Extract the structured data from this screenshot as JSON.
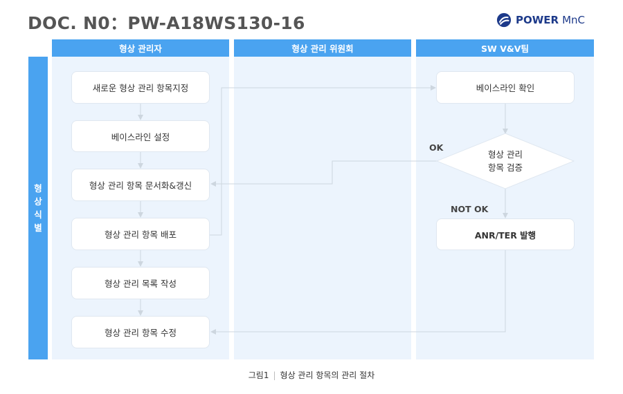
{
  "header": {
    "doc_title": "DOC. N0：PW-A18WS130-16",
    "logo_primary": "POWER",
    "logo_secondary": "MnC",
    "logo_icon": "power-mnc-logo-icon"
  },
  "lanes": {
    "lane1": "형상 관리자",
    "lane2": "형상 관리 위원회",
    "lane3": "SW V&V팀"
  },
  "side_header": [
    "형",
    "상",
    "식",
    "별"
  ],
  "manager_steps": [
    "새로운 형상 관리 항목지정",
    "베이스라인 설정",
    "형상 관리 항목 문서화&갱신",
    "형상 관리 항목 배포",
    "형상 관리 목록 작성",
    "형상 관리 항목 수정"
  ],
  "vv_steps": {
    "baseline_check": "베이스라인 확인",
    "verify_line1": "형상 관리",
    "verify_line2": "항목 검증",
    "anr": "ANR/TER 발행"
  },
  "edge_labels": {
    "ok": "OK",
    "not_ok": "NOT OK"
  },
  "caption": {
    "figure": "그림1",
    "text": "형상 관리 항목의 관리 절차"
  },
  "colors": {
    "lane_header": "#4aa3f0",
    "lane_background": "#ecf4fd",
    "connector": "#cdd6df",
    "logo": "#1d3a8a"
  }
}
